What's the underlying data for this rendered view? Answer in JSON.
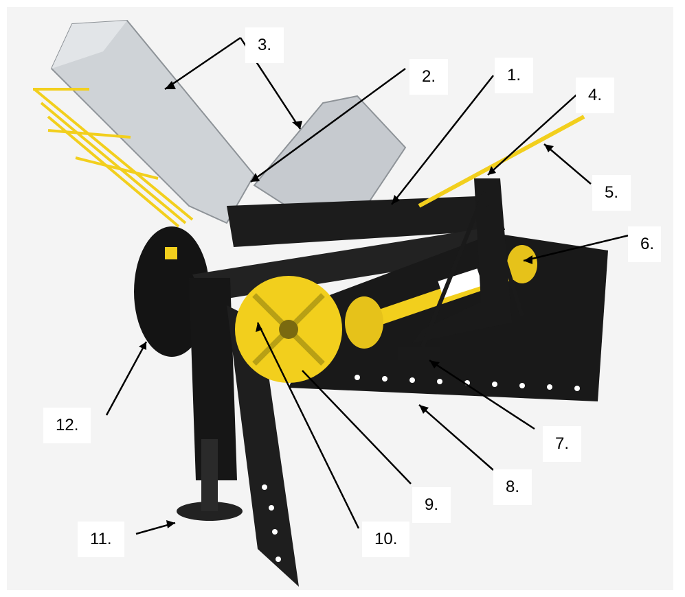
{
  "callouts": [
    {
      "id": "1",
      "text": "1."
    },
    {
      "id": "2",
      "text": "2."
    },
    {
      "id": "3",
      "text": "3."
    },
    {
      "id": "4",
      "text": "4."
    },
    {
      "id": "5",
      "text": "5."
    },
    {
      "id": "6",
      "text": "6."
    },
    {
      "id": "7",
      "text": "7."
    },
    {
      "id": "8",
      "text": "8."
    },
    {
      "id": "9",
      "text": "9."
    },
    {
      "id": "10",
      "text": "10."
    },
    {
      "id": "11",
      "text": "11."
    },
    {
      "id": "12",
      "text": "12."
    }
  ],
  "colors": {
    "frame": "#1a1a1a",
    "steel": "#c9cdd1",
    "accent": "#f2cf1d",
    "background": "#f4f4f4"
  }
}
